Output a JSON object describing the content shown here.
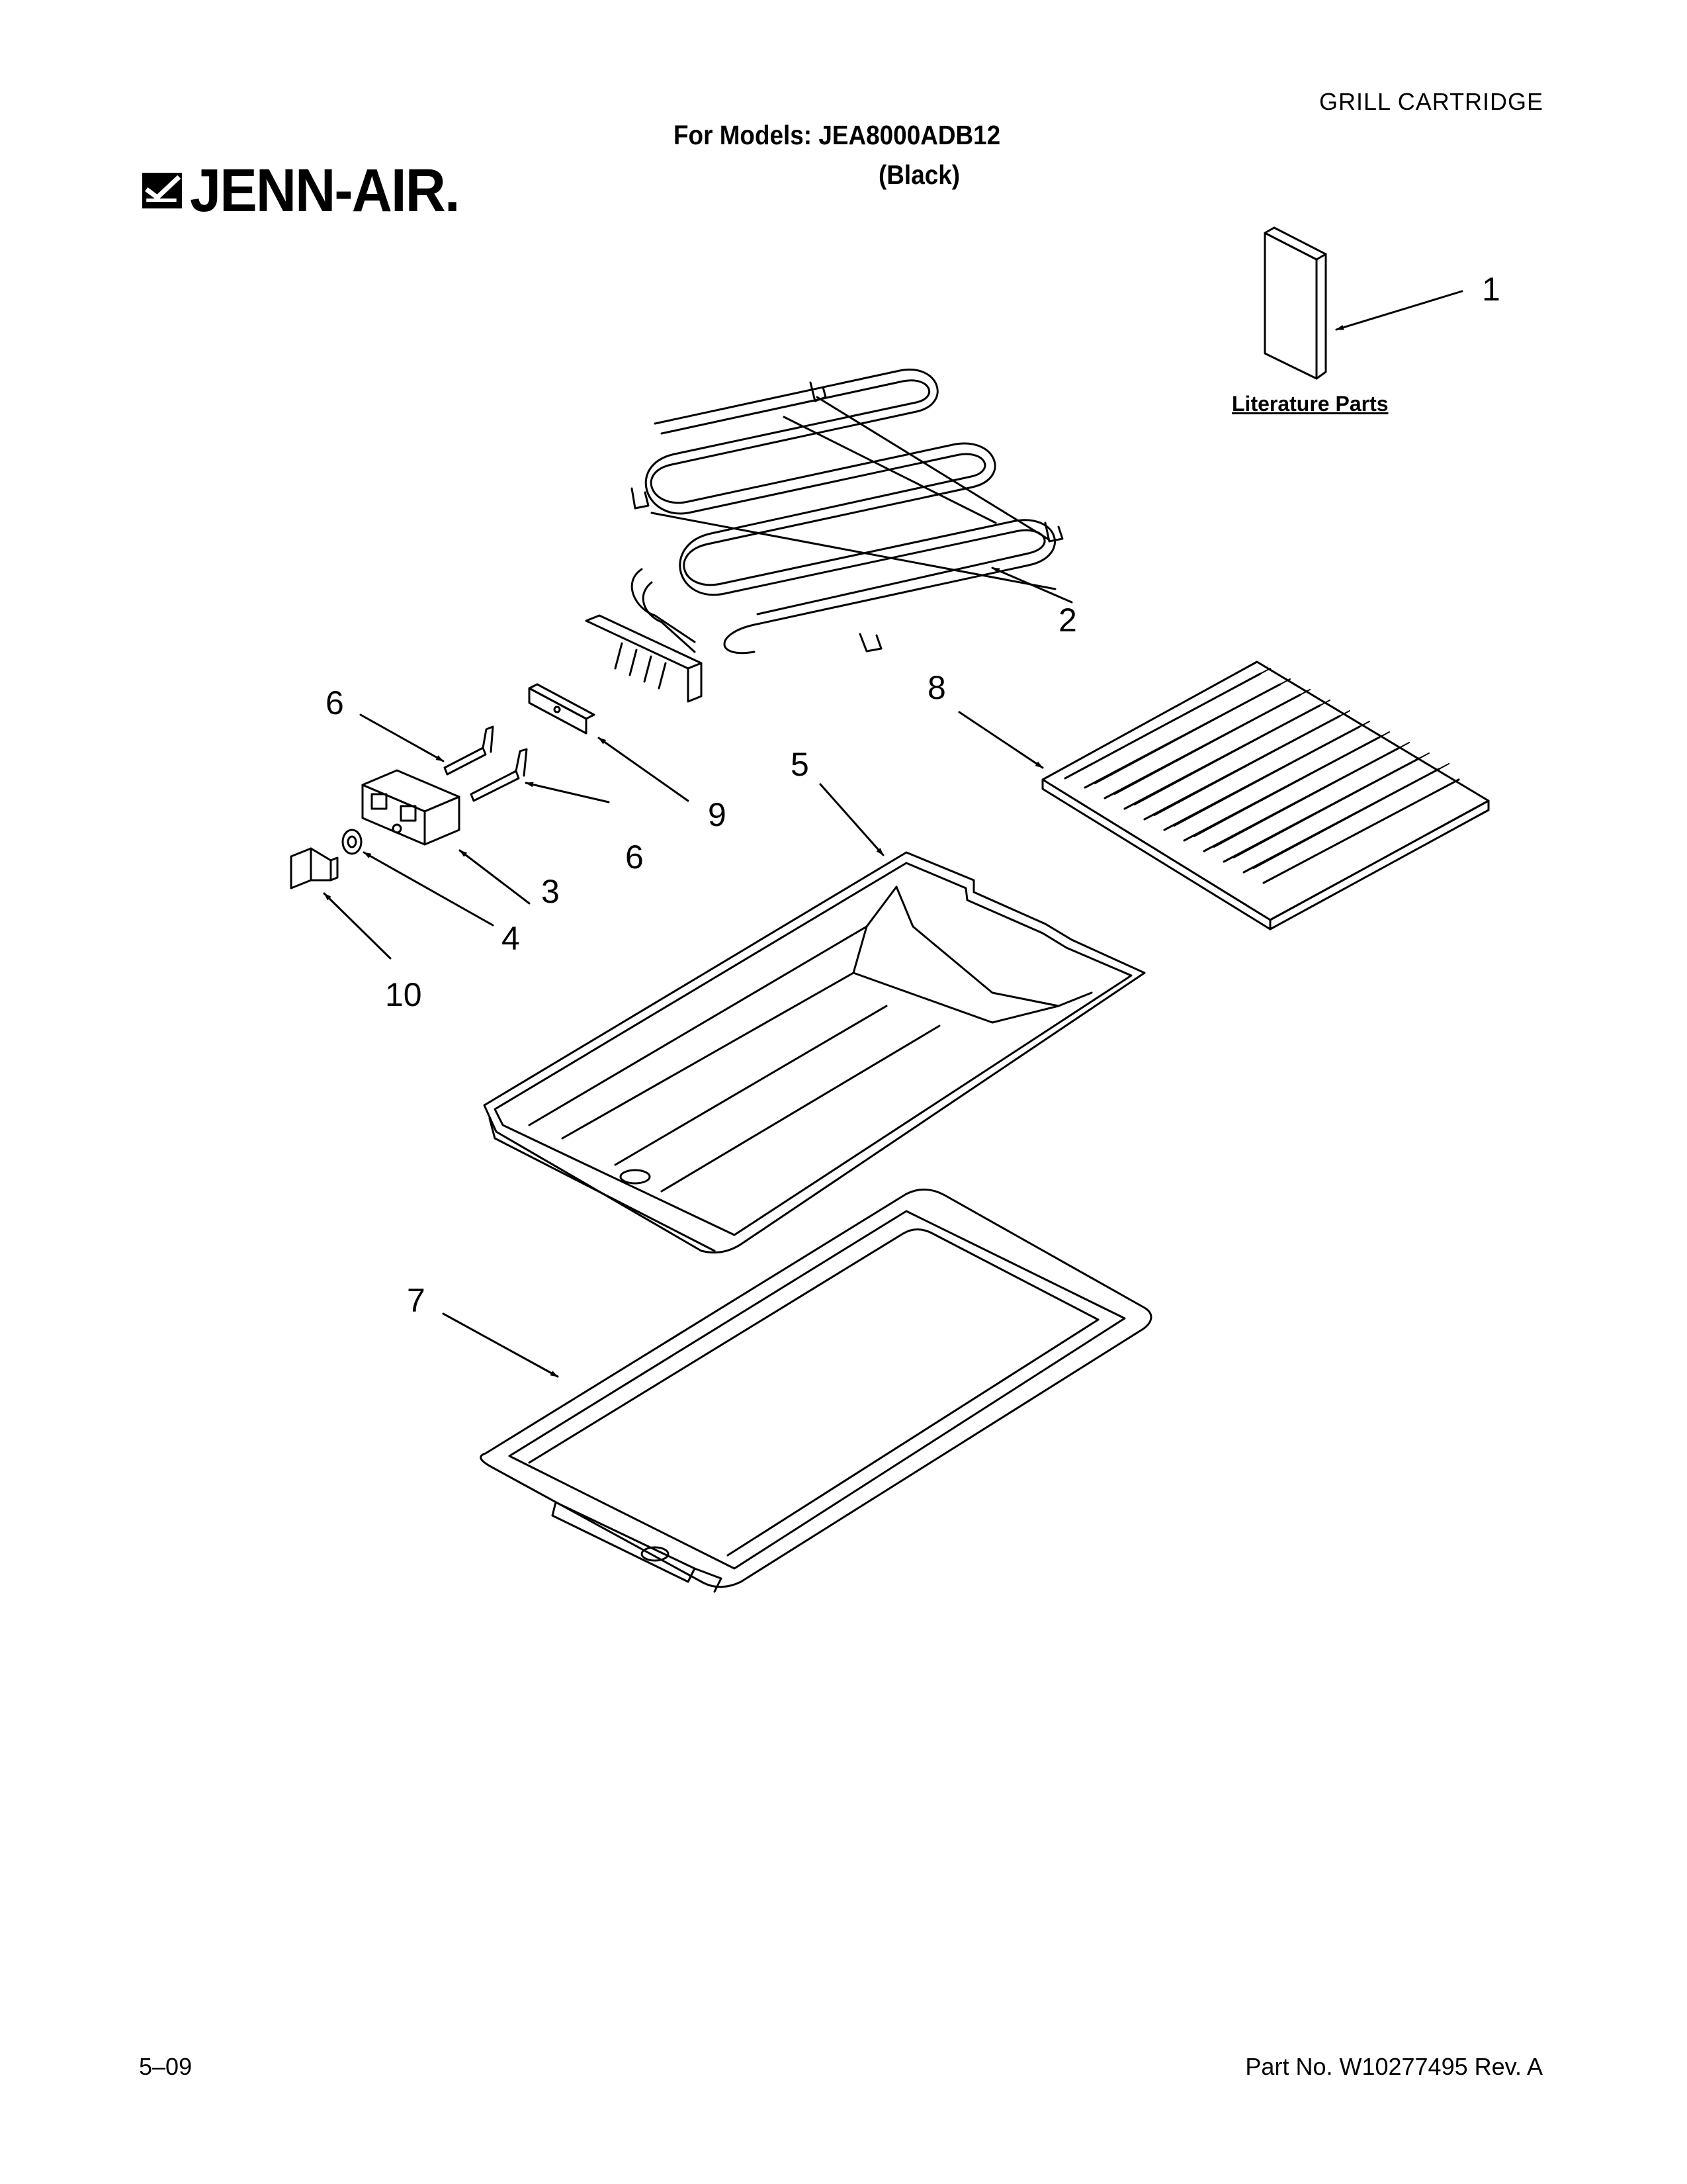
{
  "header": {
    "section_title": "GRILL CARTRIDGE",
    "models_line": "For Models: JEA8000ADB12",
    "color_line": "(Black)",
    "brand": "JENN-AIR."
  },
  "literature": {
    "label": "Literature Parts"
  },
  "callouts": {
    "c1": "1",
    "c2": "2",
    "c3": "3",
    "c4": "4",
    "c5": "5",
    "c6a": "6",
    "c6b": "6",
    "c7": "7",
    "c8": "8",
    "c9": "9",
    "c10": "10"
  },
  "footer": {
    "date": "5–09",
    "part_no": "Part No. W10277495 Rev. A"
  }
}
